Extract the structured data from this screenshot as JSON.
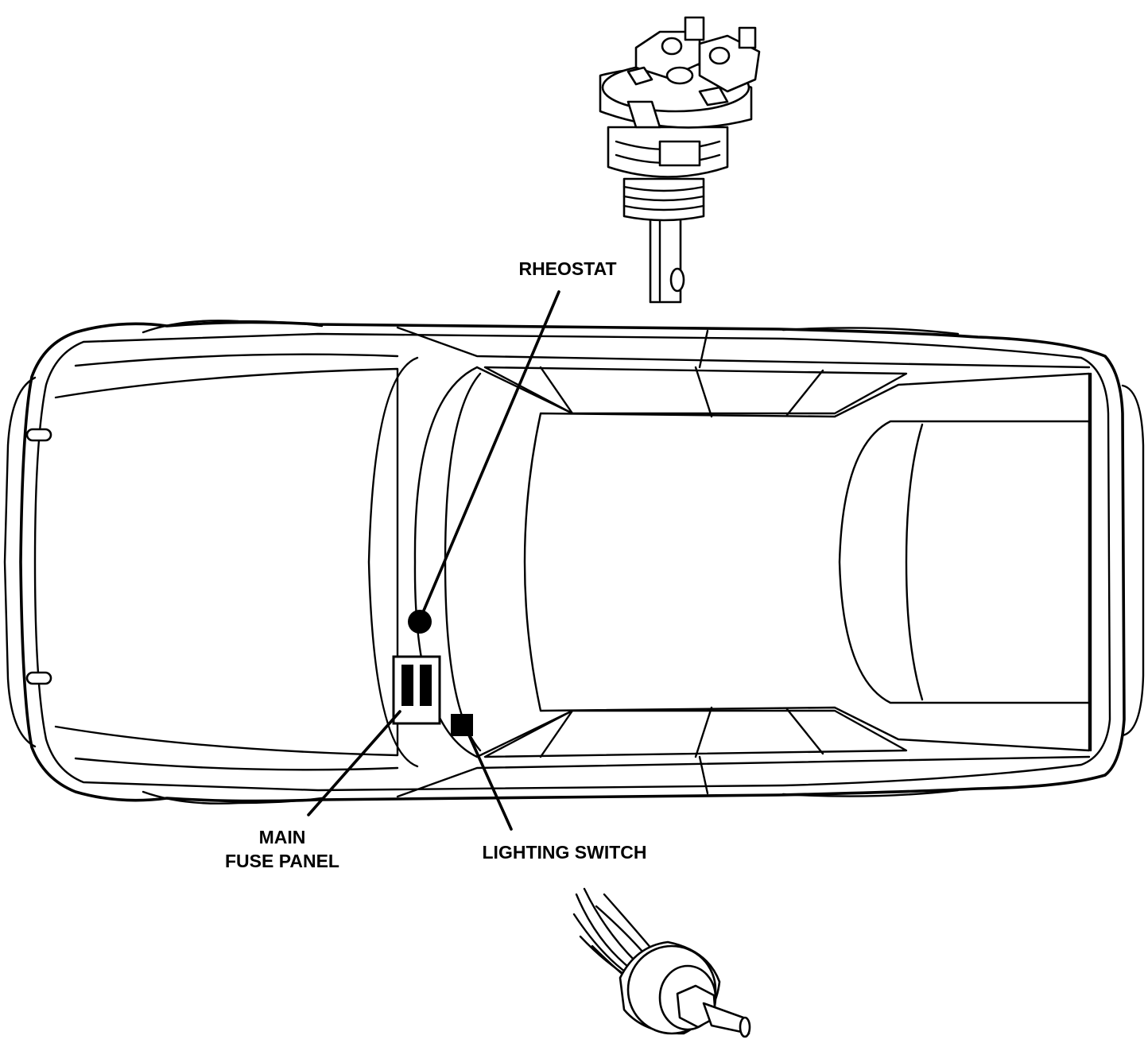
{
  "labels": {
    "rheostat": "RHEOSTAT",
    "fuse_line1": "MAIN",
    "fuse_line2": "FUSE PANEL",
    "lighting_switch": "LIGHTING SWITCH"
  },
  "colors": {
    "line": "#000000",
    "background": "#ffffff"
  },
  "icons": {
    "rheostat_marker": "filled-circle",
    "fuse_panel_marker": "box-with-two-bars",
    "lighting_switch_marker": "filled-square"
  }
}
